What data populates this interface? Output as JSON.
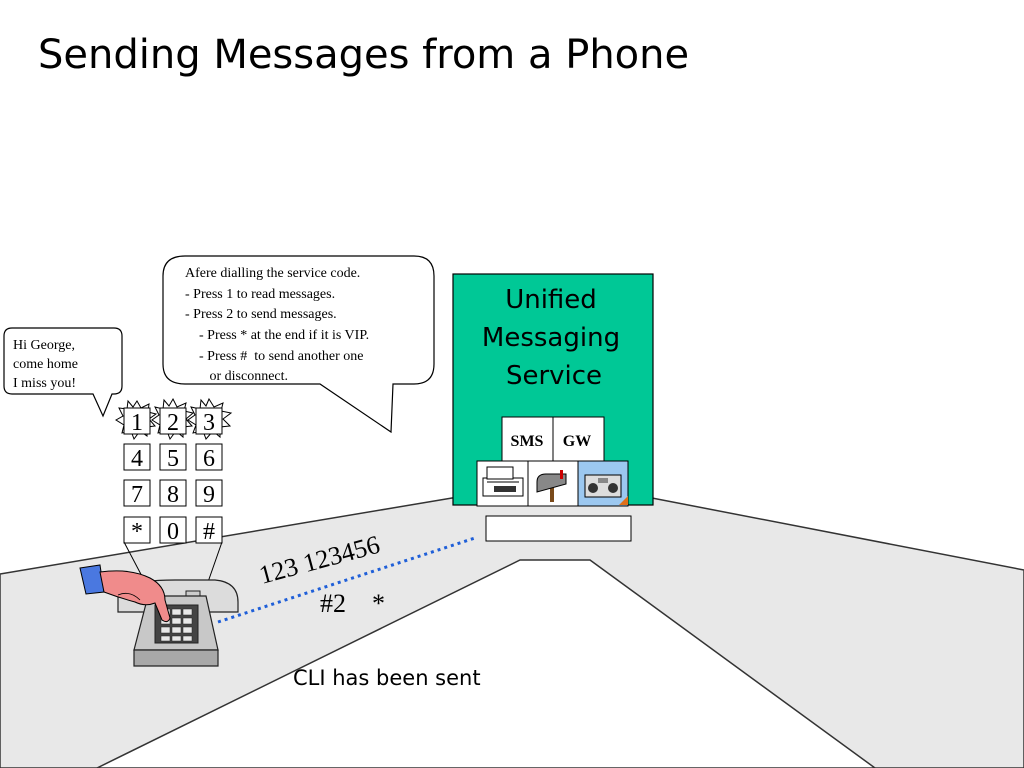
{
  "title": "Sending Messages from a Phone",
  "left_bubble": {
    "lines": [
      "Hi George,",
      "come home",
      "I miss you!"
    ]
  },
  "right_bubble": {
    "lines": [
      "Afere dialling the service code.",
      "- Press 1 to read messages.",
      "- Press 2 to send messages.",
      "    - Press * at the end if it is VIP.",
      "    - Press #  to send another one",
      "       or disconnect."
    ]
  },
  "keypad": [
    "1",
    "2",
    "3",
    "4",
    "5",
    "6",
    "7",
    "8",
    "9",
    "*",
    "0",
    "#"
  ],
  "service": {
    "lines": [
      "Unified",
      "Messaging",
      "Service"
    ],
    "gateway": [
      "SMS",
      "GW"
    ],
    "color": "#00c896"
  },
  "dialed": {
    "line1": "123 123456",
    "line2": "#2    *"
  },
  "caption": "CLI has been sent",
  "link_color": "#1f5fd8",
  "road_color": "#e8e8e8"
}
